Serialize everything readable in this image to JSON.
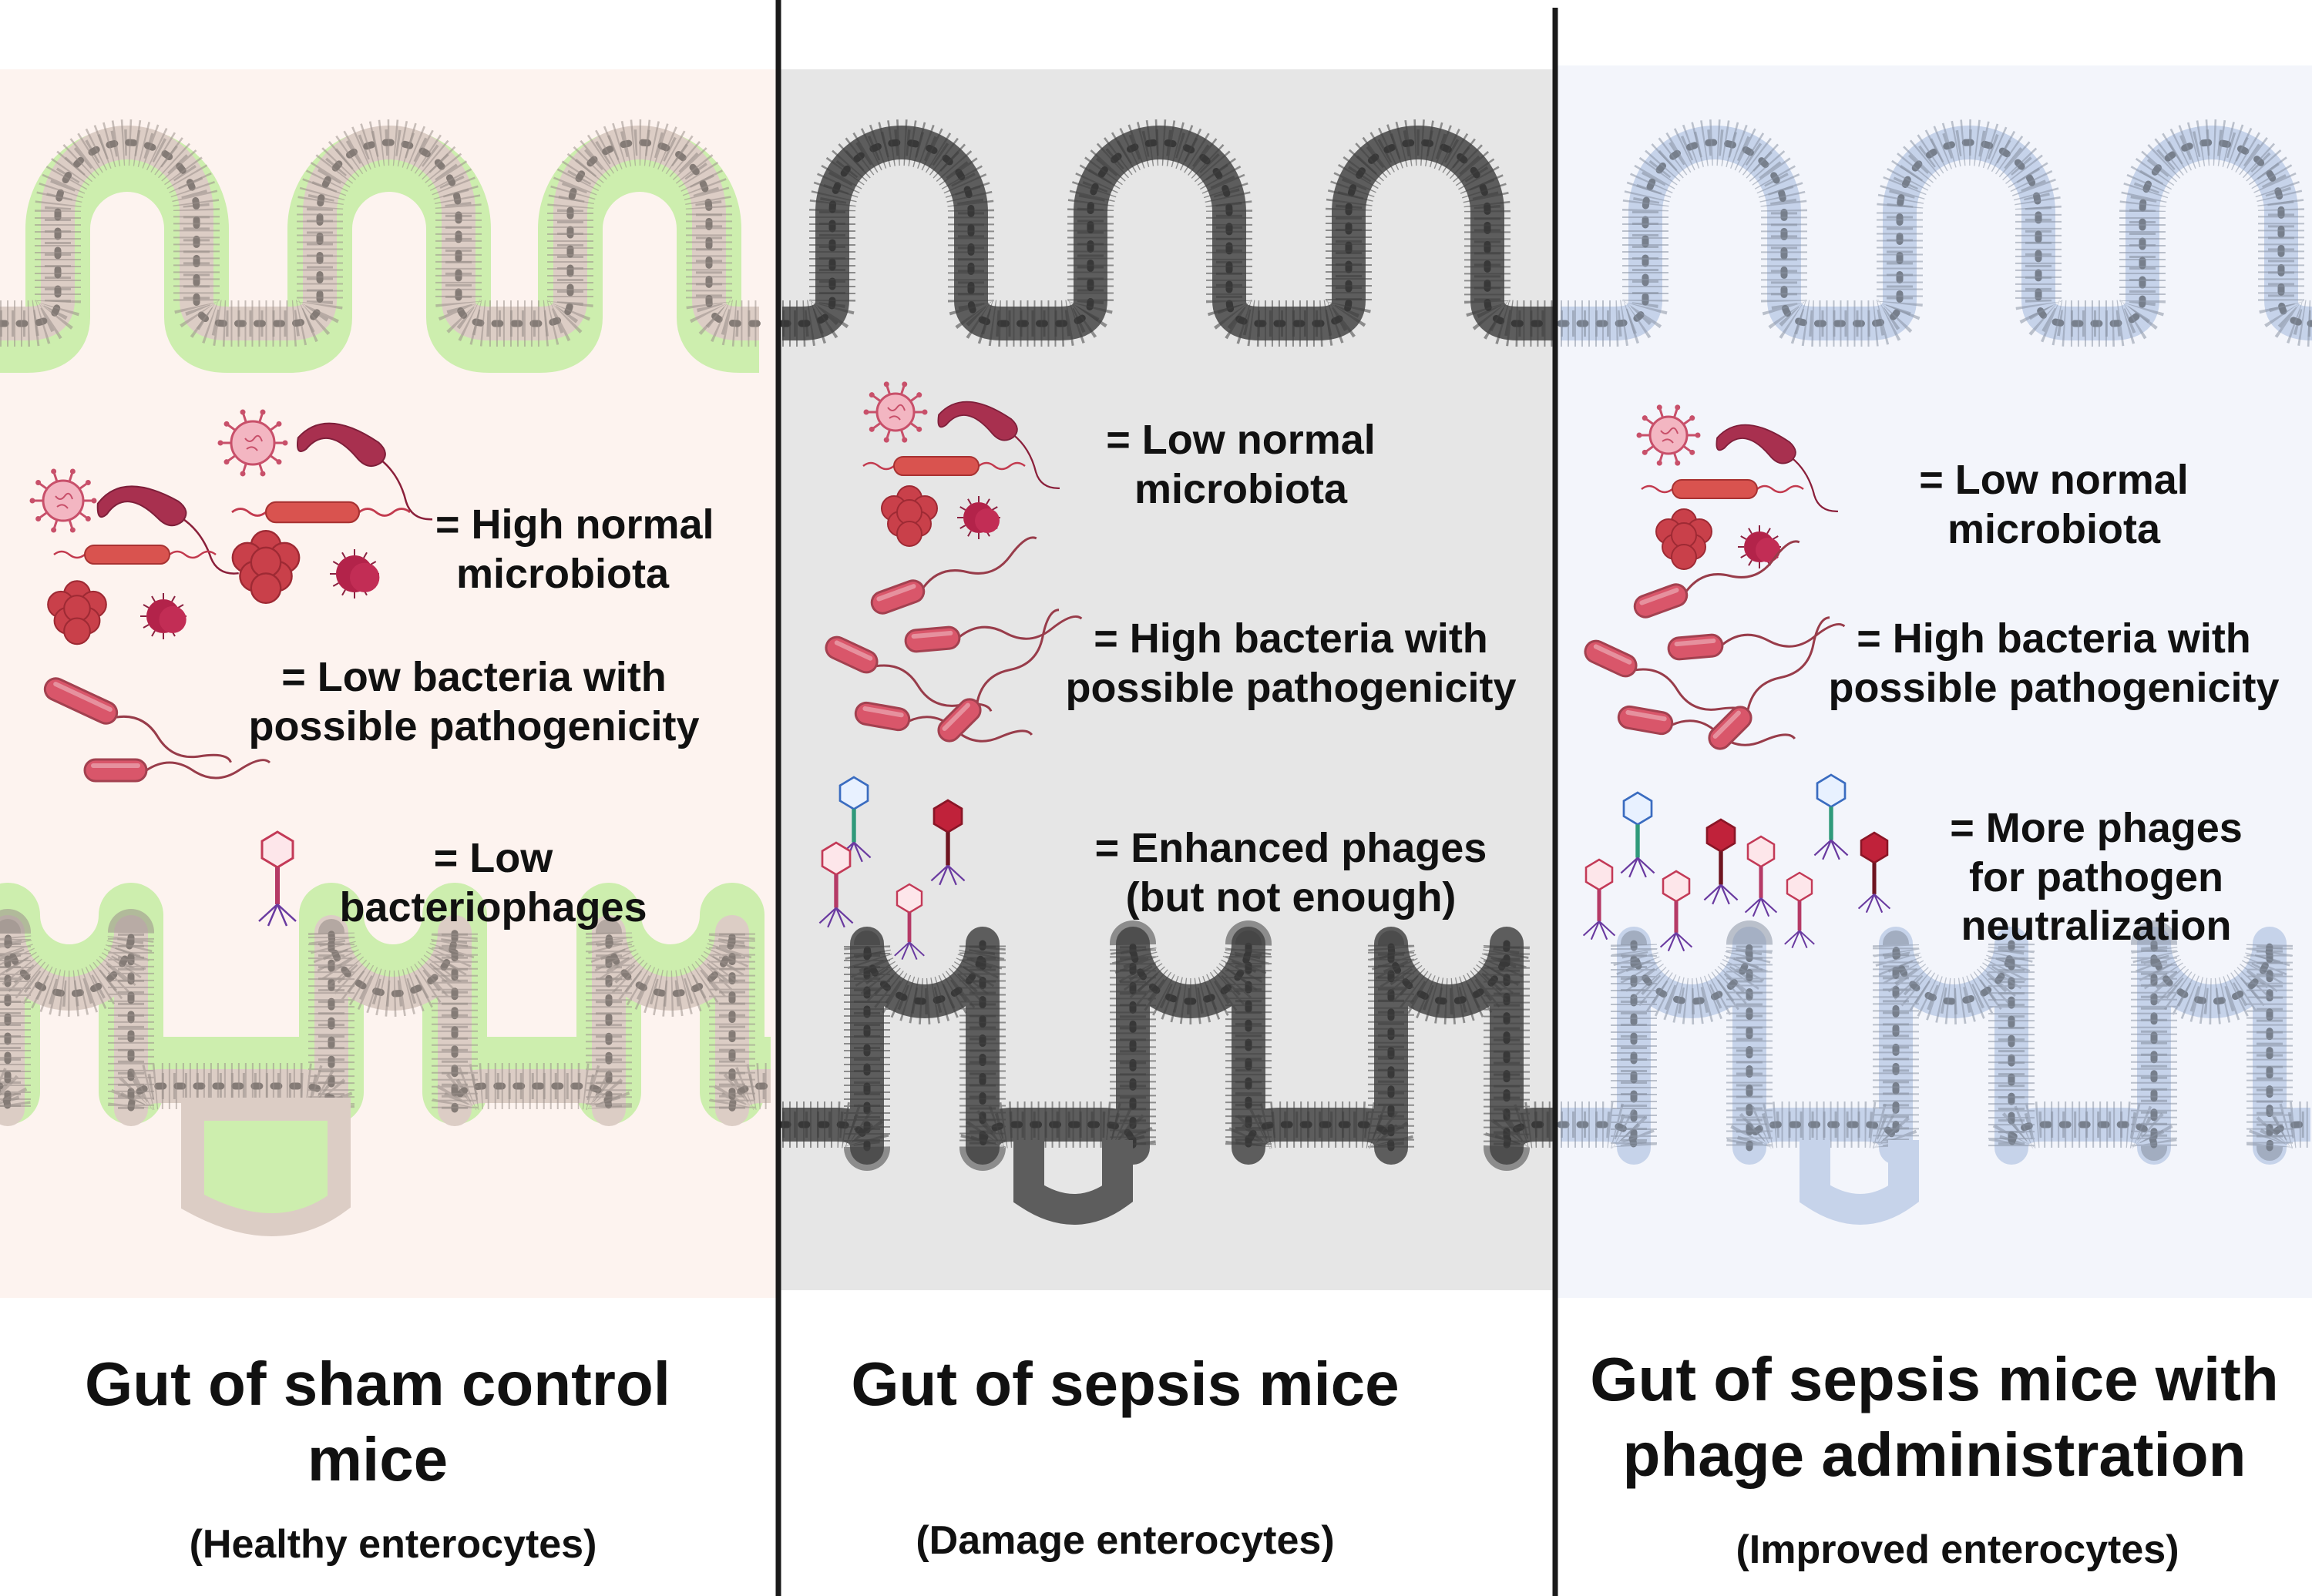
{
  "colors": {
    "panel_left_bg": "#fdf3ef",
    "panel_mid_bg": "#e6e6e6",
    "panel_right_bg": "#f3f5fb",
    "villi_left_cells": "#dccdc5",
    "villi_left_lumen": "#cdeeae",
    "villi_mid_cells": "#5d5d5d",
    "villi_right_cells": "#c6d3ea",
    "bacteria": "#d9566a",
    "divider": "#1a1a1a"
  },
  "panels": [
    {
      "legend": [
        {
          "icon": "microbiota-cluster-icon",
          "lines": [
            "= High normal",
            "microbiota"
          ]
        },
        {
          "icon": "rod-bacteria-icon",
          "lines": [
            "= Low bacteria with",
            "possible pathogenicity"
          ]
        },
        {
          "icon": "bacteriophage-icon",
          "lines": [
            "= Low",
            "bacteriophages"
          ]
        }
      ],
      "title_lines": [
        "Gut of sham control",
        "mice"
      ],
      "subtitle": "(Healthy enterocytes)"
    },
    {
      "legend": [
        {
          "icon": "microbiota-cluster-icon",
          "lines": [
            "= Low normal",
            "microbiota"
          ]
        },
        {
          "icon": "rod-bacteria-icon",
          "lines": [
            "= High bacteria with",
            "possible pathogenicity"
          ]
        },
        {
          "icon": "bacteriophage-icon",
          "lines": [
            "= Enhanced phages",
            "(but not enough)"
          ]
        }
      ],
      "title_lines": [
        "Gut of sepsis mice"
      ],
      "subtitle": "(Damage enterocytes)"
    },
    {
      "legend": [
        {
          "icon": "microbiota-cluster-icon",
          "lines": [
            "= Low normal",
            "microbiota"
          ]
        },
        {
          "icon": "rod-bacteria-icon",
          "lines": [
            "= High bacteria with",
            "possible pathogenicity"
          ]
        },
        {
          "icon": "bacteriophage-icon",
          "lines": [
            "= More phages",
            "for pathogen",
            "neutralization"
          ]
        }
      ],
      "title_lines": [
        "Gut of sepsis mice with",
        "phage administration"
      ],
      "subtitle": "(Improved enterocytes)"
    }
  ]
}
